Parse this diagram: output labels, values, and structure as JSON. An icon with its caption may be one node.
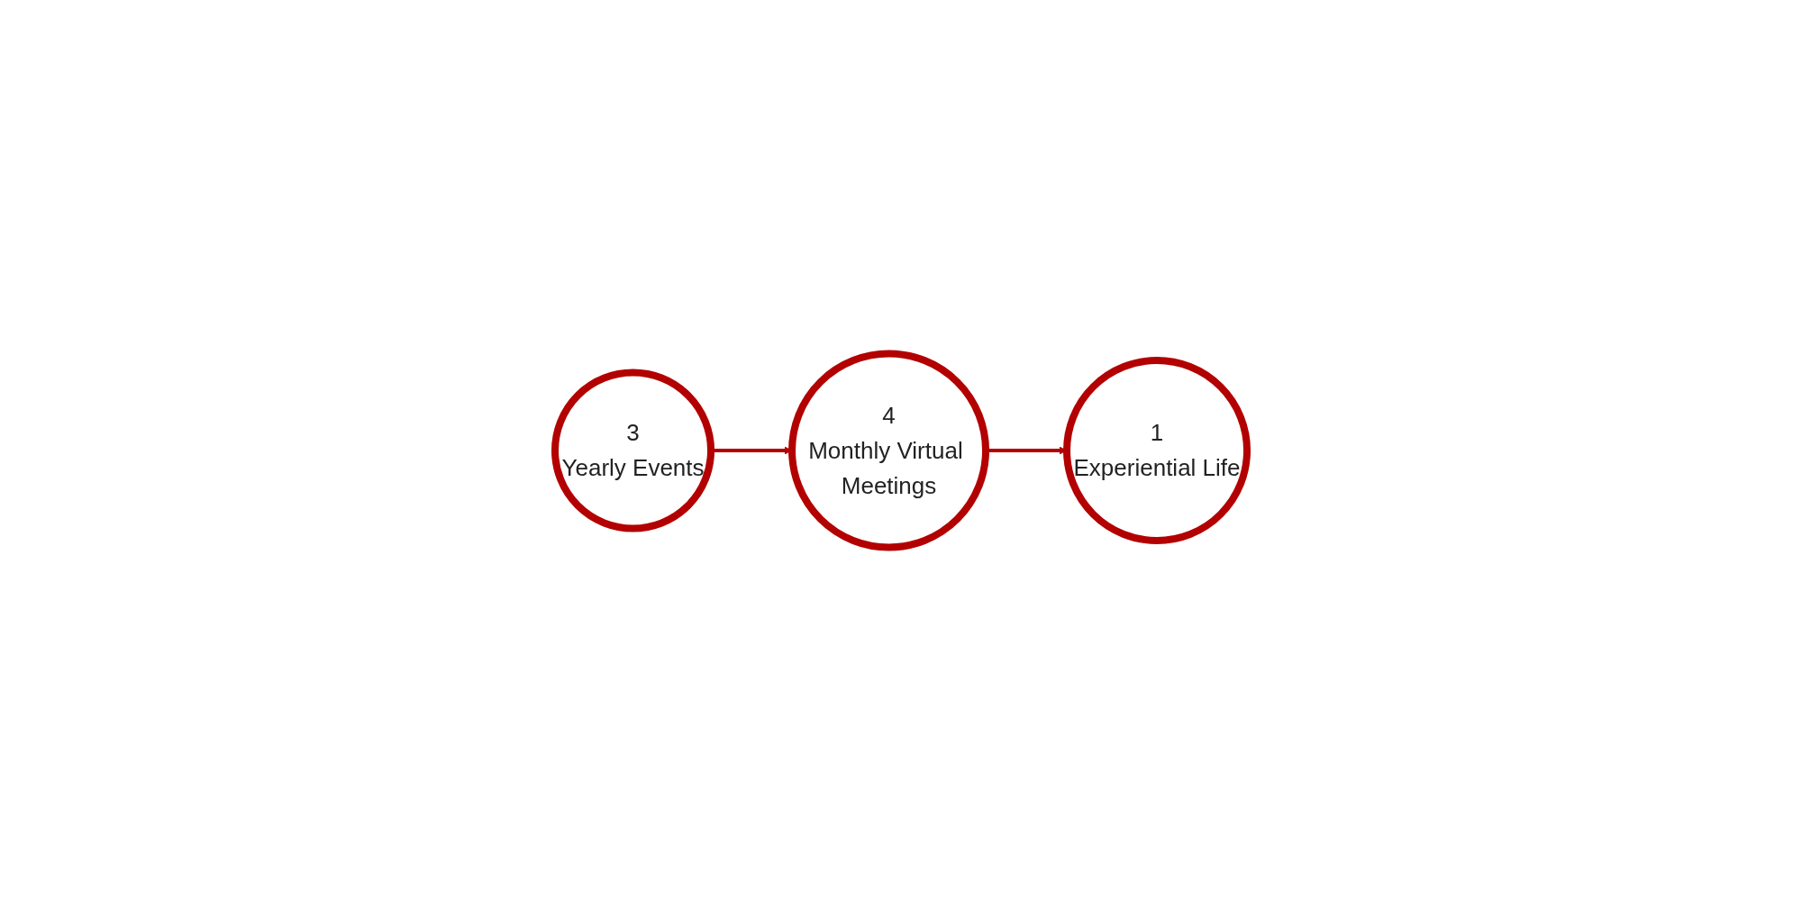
{
  "diagram": {
    "nodes": [
      {
        "text": [
          "3",
          "Yearly Events"
        ]
      },
      {
        "text": [
          "4",
          "Monthly Virtual Meetings"
        ]
      },
      {
        "text": [
          "1",
          "Experiential Life"
        ]
      }
    ],
    "edges": [
      {
        "from": 0,
        "to": 1,
        "arrow": "to"
      },
      {
        "from": 1,
        "to": 2,
        "arrow": "to"
      }
    ]
  }
}
